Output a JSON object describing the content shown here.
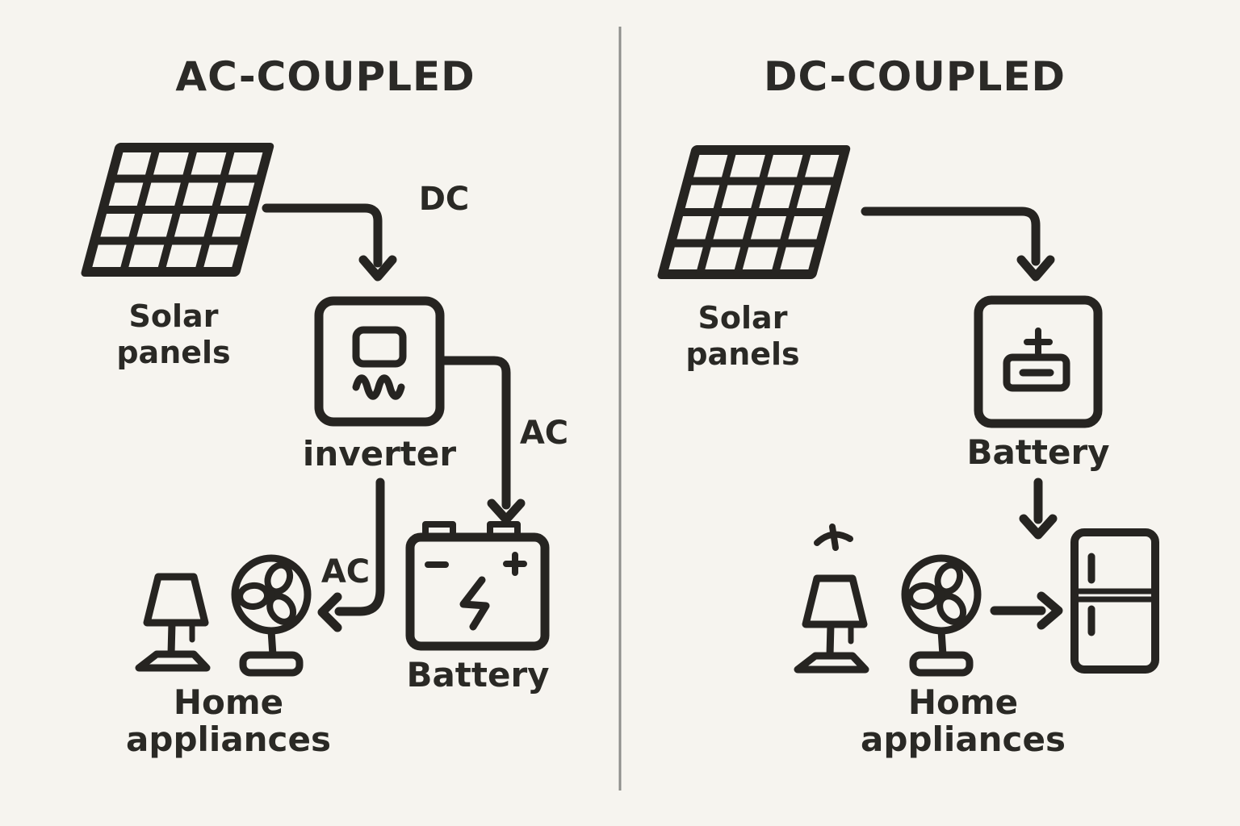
{
  "colors": {
    "background": "#f6f4ef",
    "line_stroke": "#262421",
    "text": "#2a2925",
    "divider": "#8f8f8c"
  },
  "left_panel": {
    "title": "AC-COUPLED",
    "solar_panels_label": {
      "line1": "Solar",
      "line2": "panels"
    },
    "dc_arrow_label": "DC",
    "inverter_label": "inverter",
    "ac_to_battery_label": "AC",
    "ac_to_appliances_label": "AC",
    "battery_label": "Battery",
    "home_appliances_label": {
      "line1": "Home",
      "line2": "appliances"
    },
    "icons": [
      "solar-panel-icon",
      "inverter-icon",
      "car-battery-icon",
      "lamp-icon",
      "fan-icon"
    ]
  },
  "right_panel": {
    "title": "DC-COUPLED",
    "solar_panels_label": {
      "line1": "Solar",
      "line2": "panels"
    },
    "battery_label": "Battery",
    "home_appliances_label": {
      "line1": "Home",
      "line2": "appliances"
    },
    "icons": [
      "solar-panel-icon",
      "battery-box-icon",
      "lamp-icon",
      "fan-icon",
      "fridge-icon",
      "sparkle-mark-icon"
    ]
  }
}
